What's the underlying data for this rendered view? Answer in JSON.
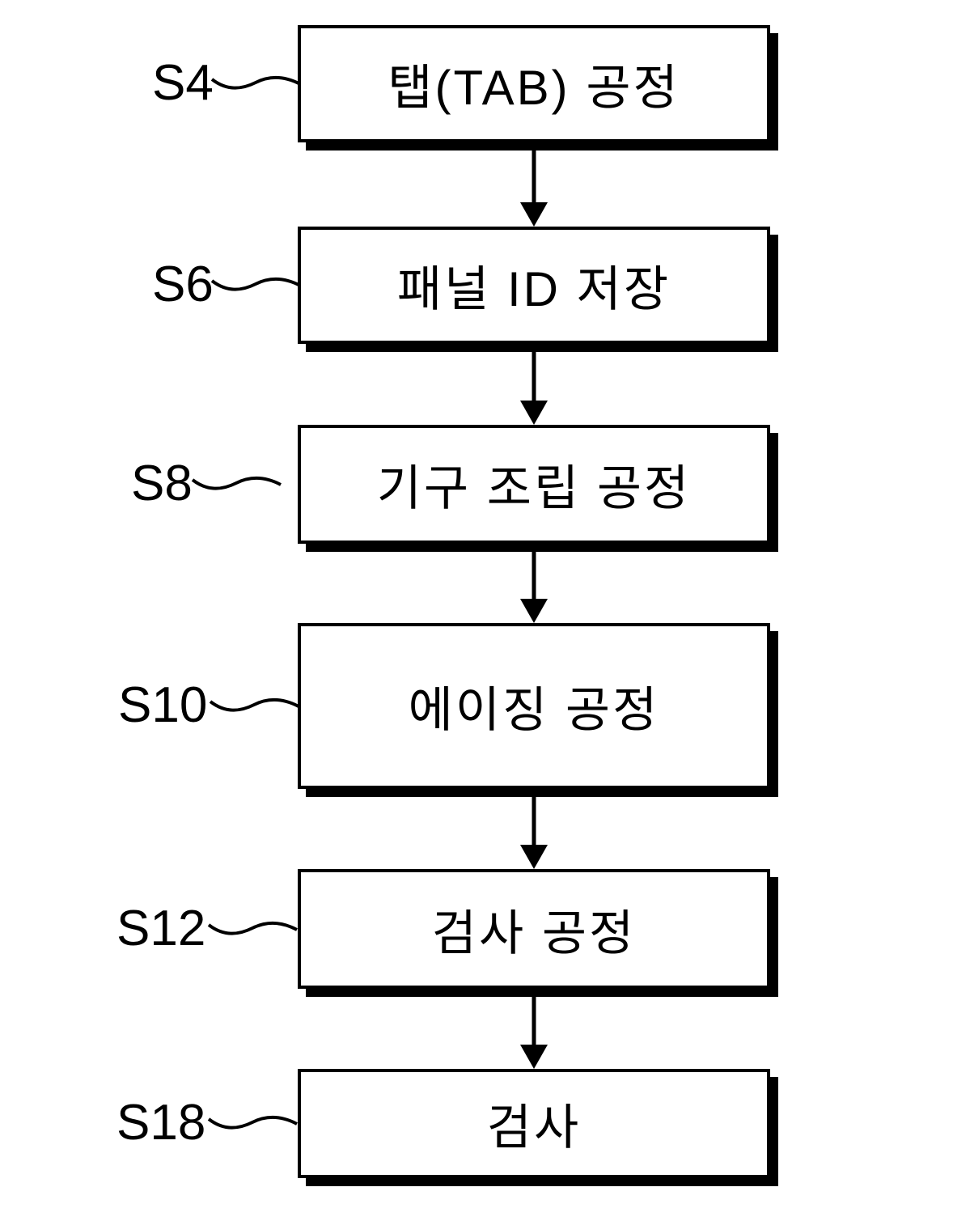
{
  "figure": {
    "type": "flowchart",
    "background_color": "#ffffff",
    "line_color": "#000000",
    "box_fill_color": "#ffffff",
    "shadow_color": "#000000",
    "steps": [
      {
        "id": "S4",
        "label": "탭(TAB) 공정"
      },
      {
        "id": "S6",
        "label": "패널 ID 저장"
      },
      {
        "id": "S8",
        "label": "기구 조립 공정"
      },
      {
        "id": "S10",
        "label": "에이징 공정"
      },
      {
        "id": "S12",
        "label": "검사 공정"
      },
      {
        "id": "S18",
        "label": "검사"
      }
    ]
  }
}
